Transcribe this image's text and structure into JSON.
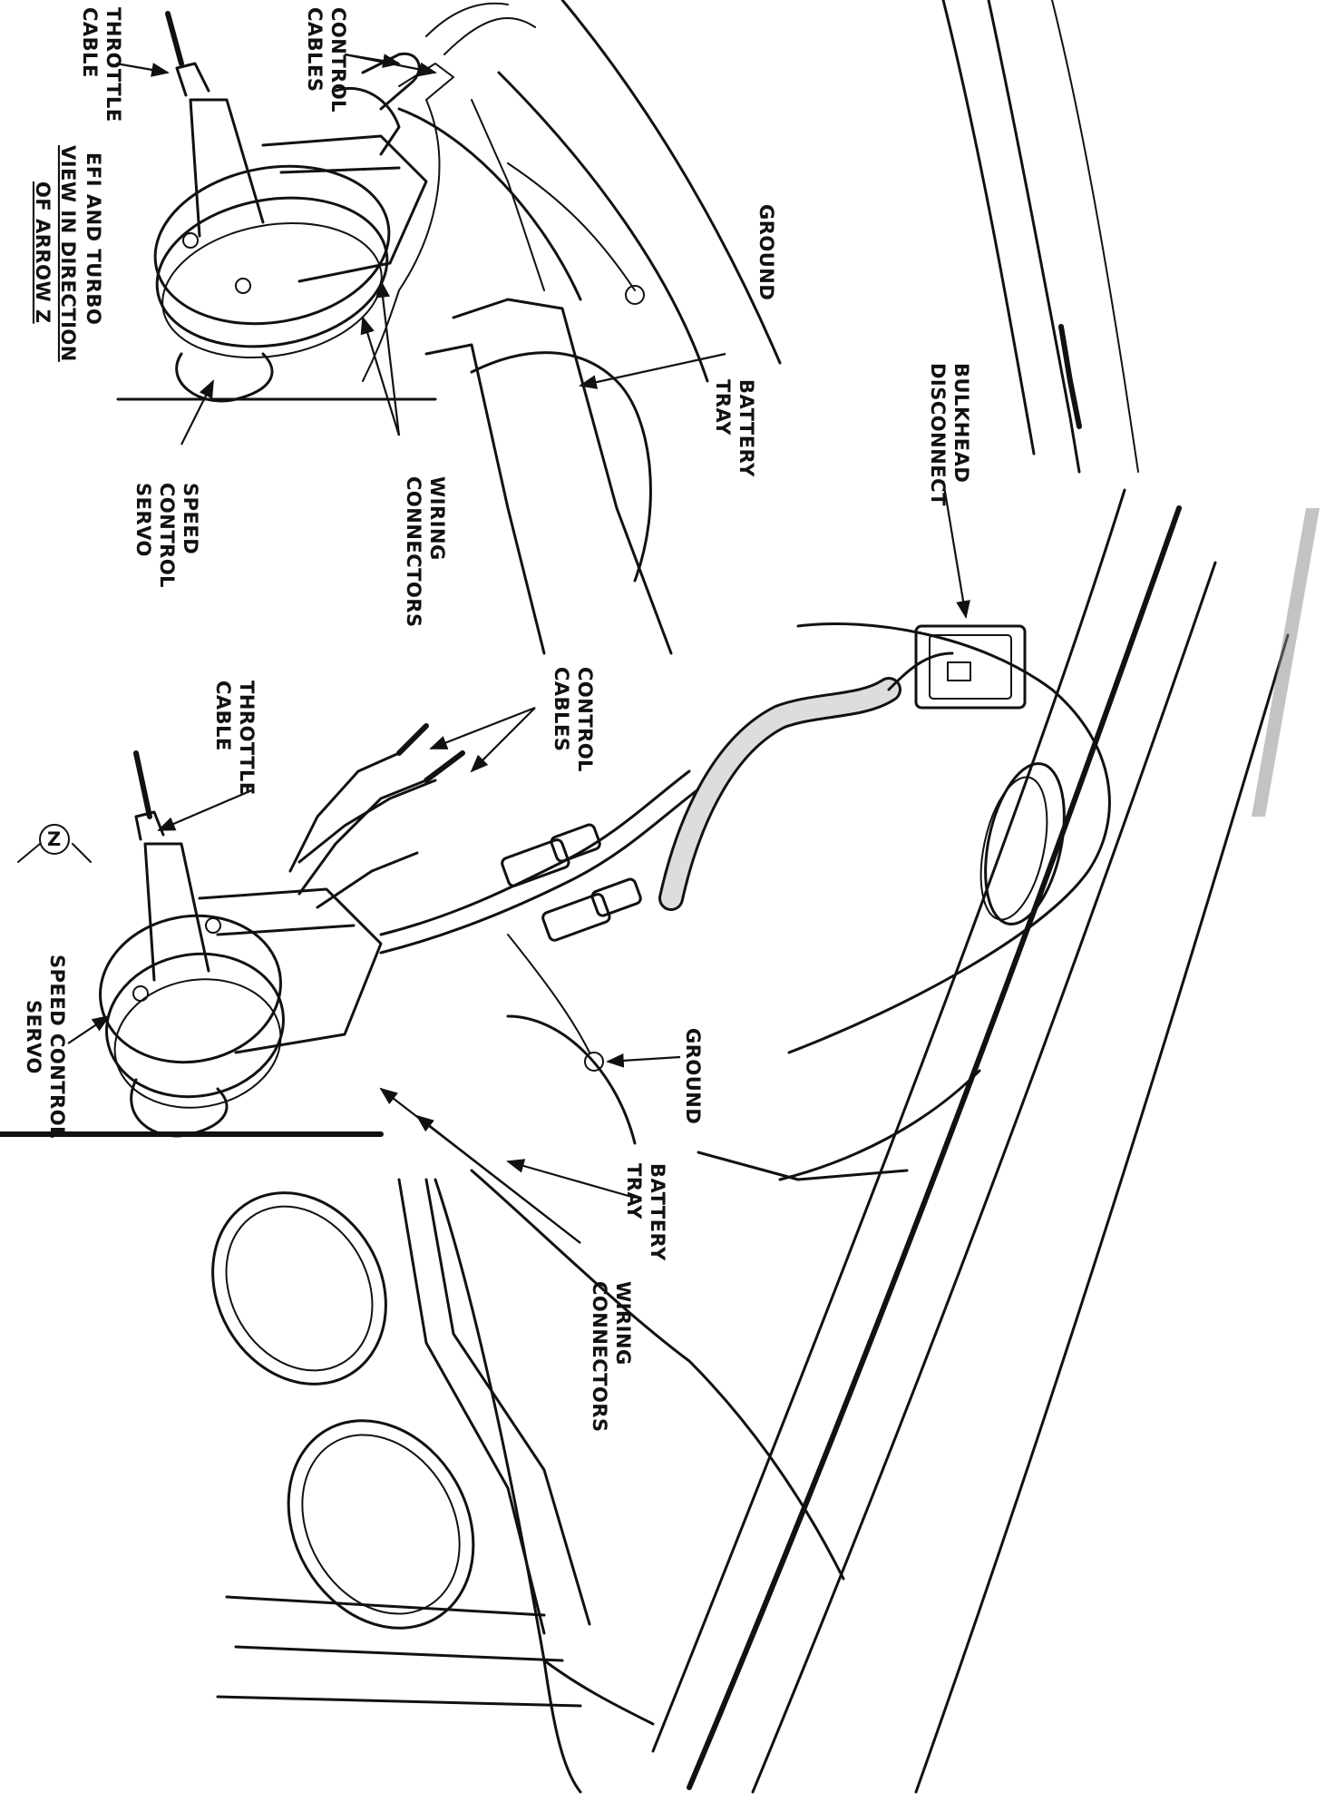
{
  "labels": {
    "inset_throttle_cable": [
      "THROTTLE",
      "CABLE"
    ],
    "inset_control_cables": [
      "CONTROL",
      "CABLES"
    ],
    "inset_ground": "GROUND",
    "bulkhead_disconnect": [
      "BULKHEAD",
      "DISCONNECT"
    ],
    "inset_battery_tray": [
      "BATTERY",
      "TRAY"
    ],
    "inset_wiring_connectors": [
      "WIRING",
      "CONNECTORS"
    ],
    "inset_speed_control_servo": [
      "SPEED",
      "CONTROL",
      "SERVO"
    ],
    "inset_caption": [
      "EFI AND TURBO",
      "VIEW IN DIRECTION",
      "OF ARROW Z"
    ],
    "main_control_cables": [
      "CONTROL",
      "CABLES"
    ],
    "main_throttle_cable": [
      "THROTTLE",
      "CABLE"
    ],
    "main_ground": "GROUND",
    "main_battery_tray": [
      "BATTERY",
      "TRAY"
    ],
    "main_wiring_connectors": [
      "WIRING",
      "CONNECTORS"
    ],
    "main_speed_control_servo": [
      "SPEED CONTROL",
      "SERVO"
    ],
    "arrow_z": "Z"
  }
}
